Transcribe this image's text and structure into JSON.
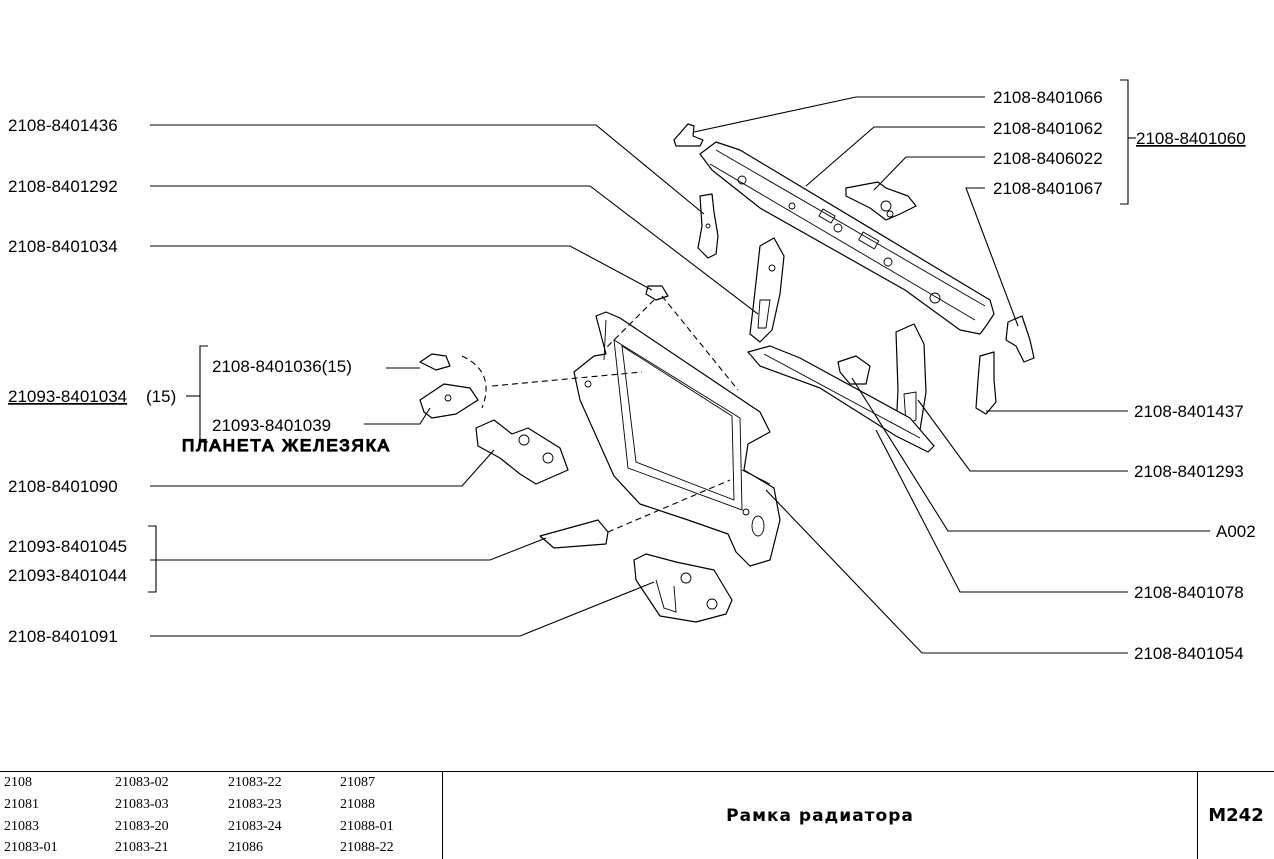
{
  "labels": {
    "l_8401436": "2108-8401436",
    "l_8401292": "2108-8401292",
    "l_8401034": "2108-8401034",
    "l_8401036": "2108-8401036(15)",
    "l_21093_8401034": "21093-8401034",
    "l_21093_8401034_qty": "(15)",
    "l_21093_8401039": "21093-8401039",
    "l_8401090": "2108-8401090",
    "l_21093_8401045": "21093-8401045",
    "l_21093_8401044": "21093-8401044",
    "l_8401091": "2108-8401091",
    "l_8401066": "2108-8401066",
    "l_8401062": "2108-8401062",
    "l_8406022": "2108-8406022",
    "l_8401067": "2108-8401067",
    "l_8401060": "2108-8401060",
    "l_8401437": "2108-8401437",
    "l_8401293": "2108-8401293",
    "l_a002": "А002",
    "l_8401078": "2108-8401078",
    "l_8401054": "2108-8401054"
  },
  "watermark": "ПЛАНЕТА ЖЕЛЕЗЯКА",
  "footer": {
    "models": [
      [
        "2108",
        "21083-02",
        "21083-22",
        "21087"
      ],
      [
        "21081",
        "21083-03",
        "21083-23",
        "21088"
      ],
      [
        "21083",
        "21083-20",
        "21083-24",
        "21088-01"
      ],
      [
        "21083-01",
        "21083-21",
        "21086",
        "21088-22"
      ]
    ],
    "title": "Рамка радиатора",
    "code": "М242"
  }
}
